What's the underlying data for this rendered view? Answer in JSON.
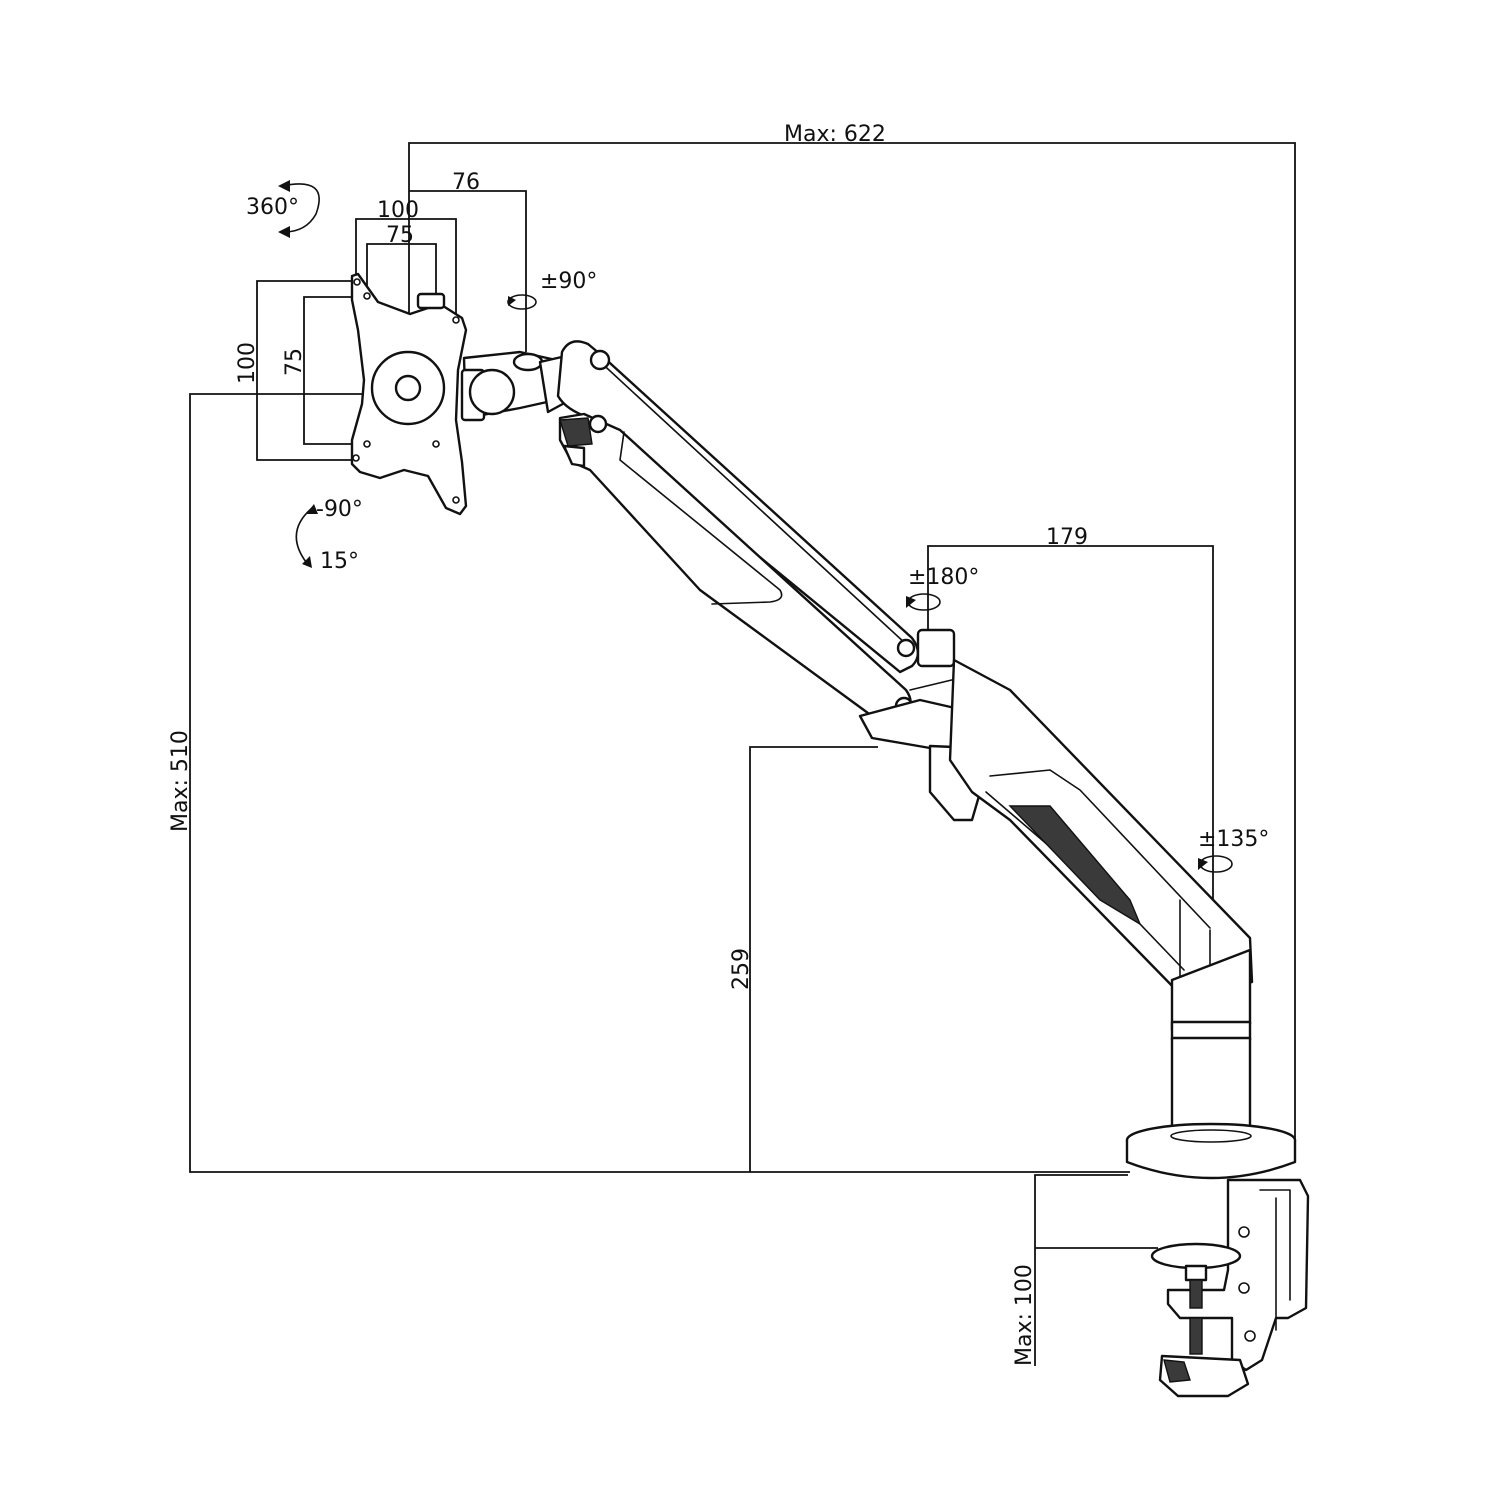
{
  "dimensions": {
    "max_reach": "Max: 622",
    "offset_76": "76",
    "vesa_h_100": "100",
    "vesa_h_75": "75",
    "vesa_v_100": "100",
    "vesa_v_75": "75",
    "max_height": "Max: 510",
    "pole_height": "259",
    "arm_179": "179",
    "clamp_max": "Max: 100"
  },
  "rotations": {
    "plate_rotate": "360°",
    "swivel_90": "±90°",
    "tilt_down": "-90°",
    "tilt_up": "15°",
    "elbow_180": "±180°",
    "base_135": "±135°"
  },
  "colors": {
    "line": "#111111",
    "background": "#ffffff"
  }
}
